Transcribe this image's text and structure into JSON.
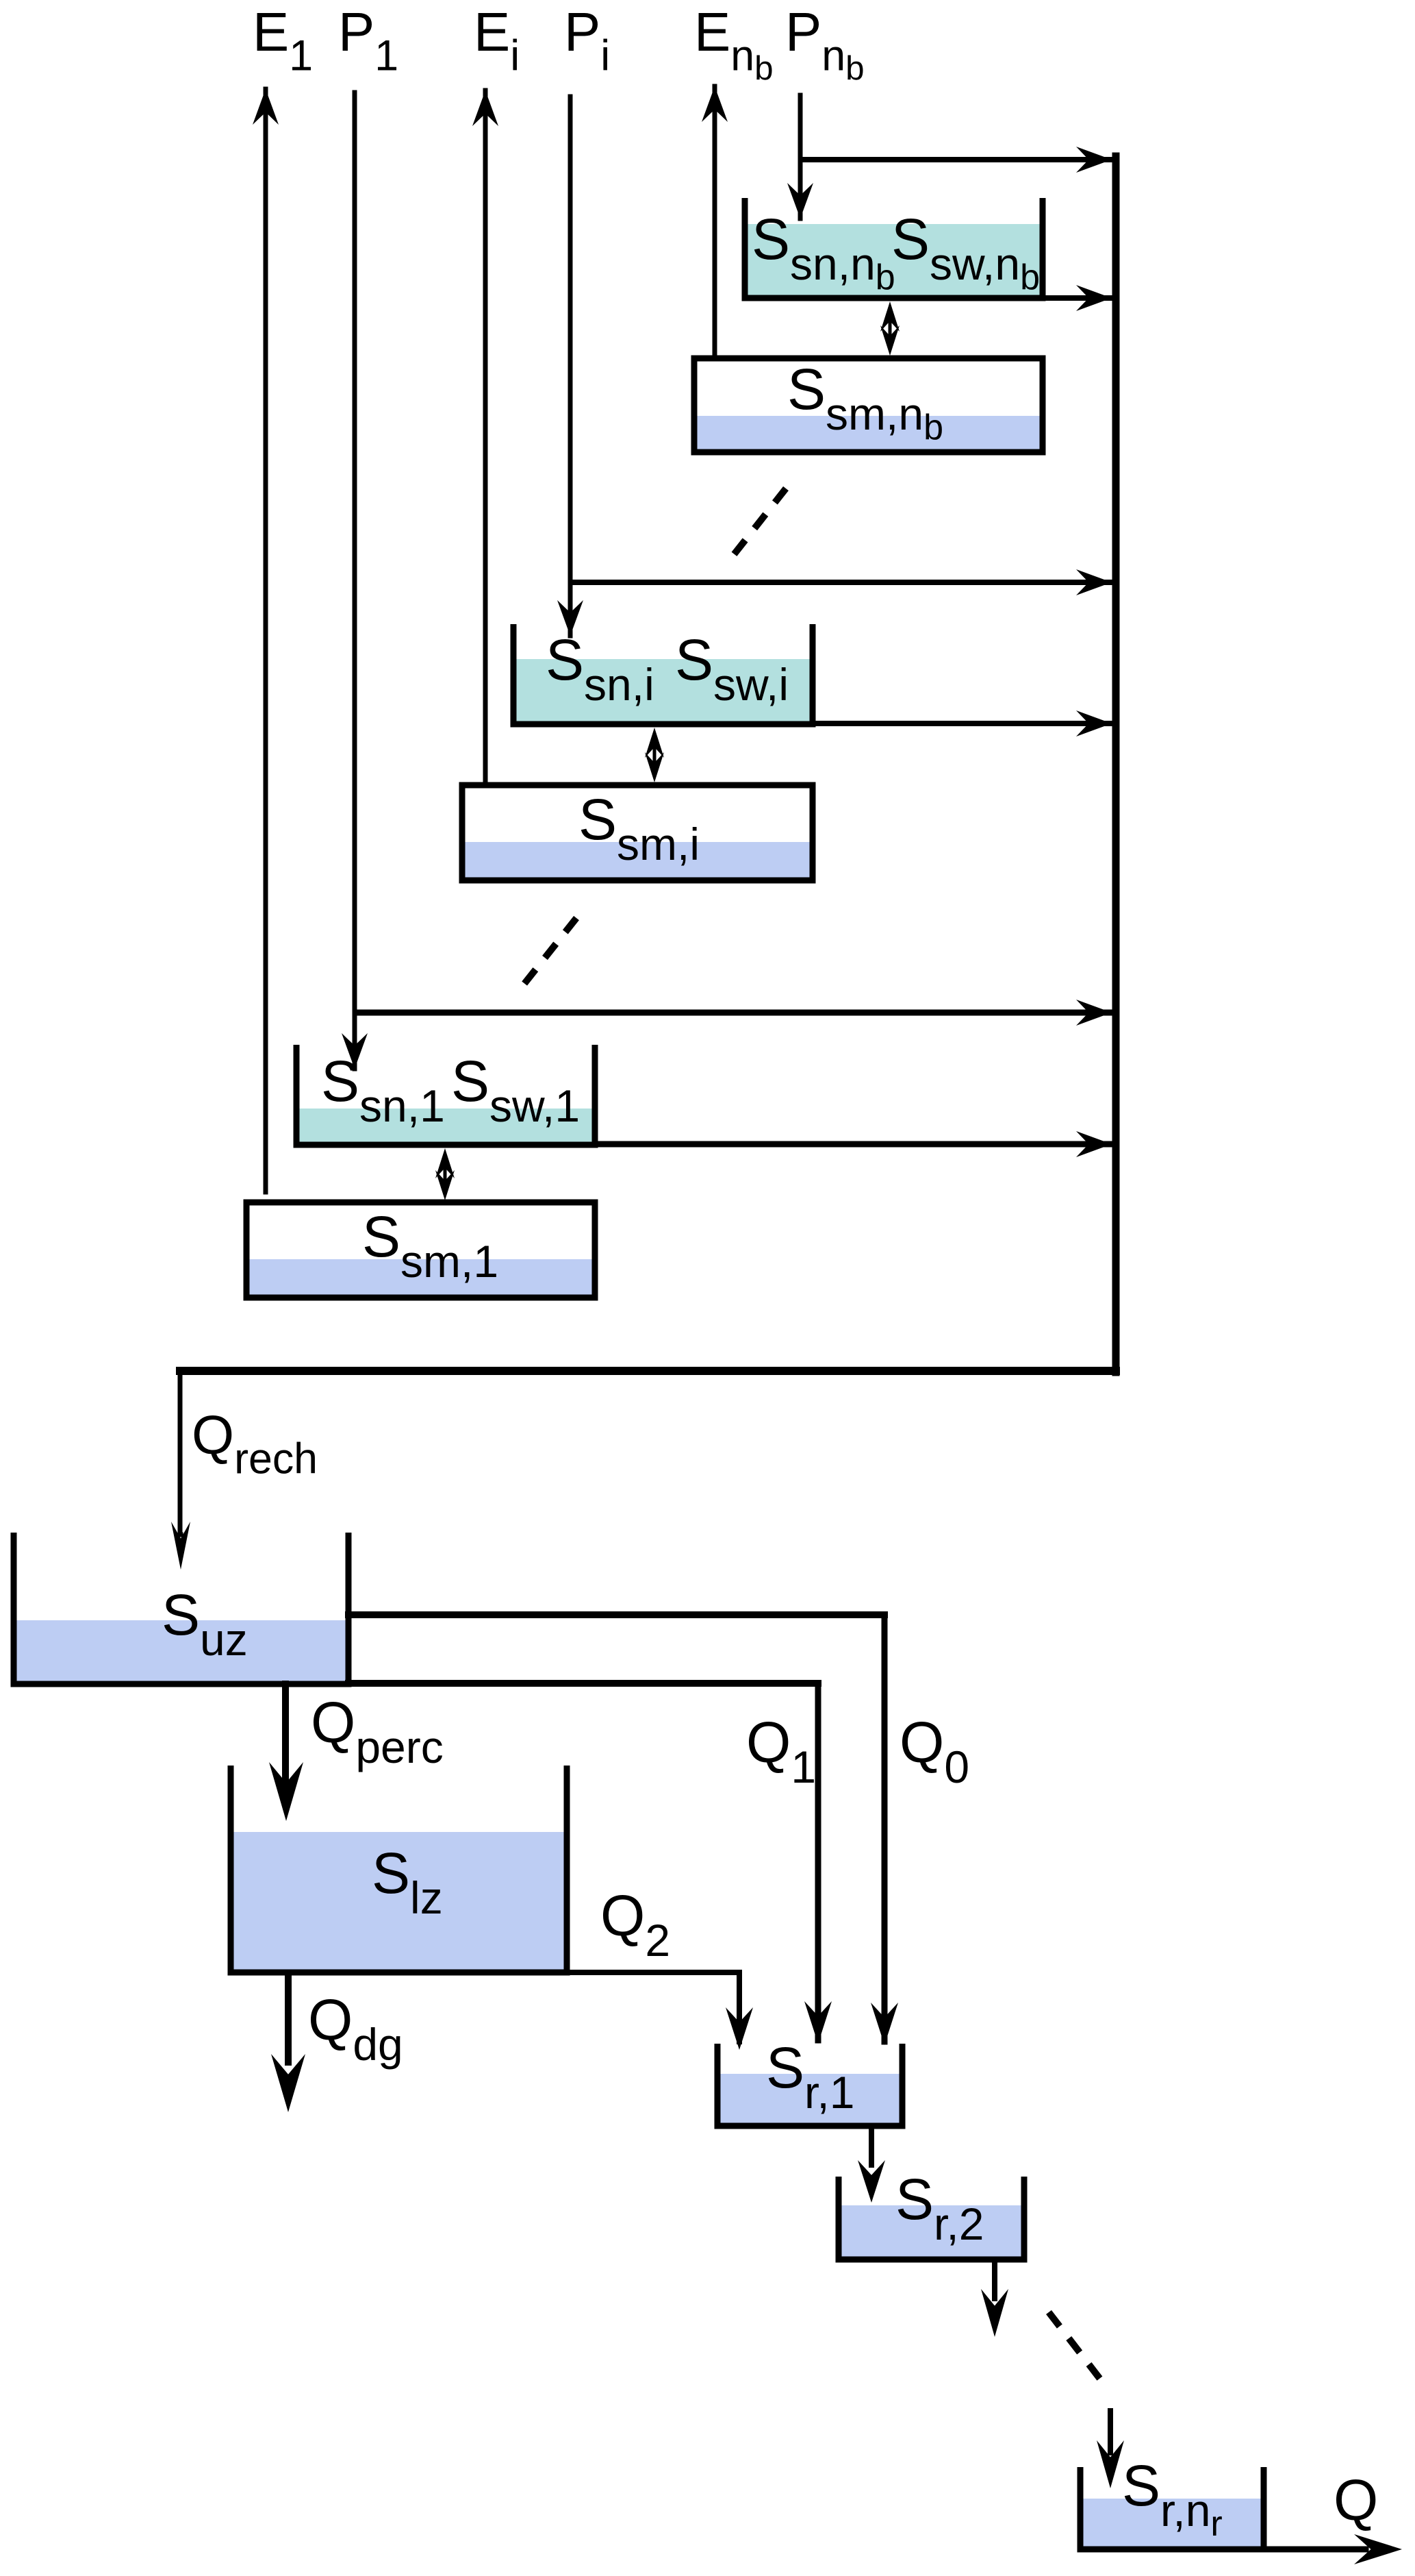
{
  "diagram": {
    "title": "Conceptual model structure: elevation-band snow and soil stores feeding groundwater and routing reservoirs",
    "colors": {
      "snow_fill": "#b3e0df",
      "water_fill": "#bdcdf3",
      "line": "#000000",
      "background": "#ffffff"
    },
    "inputs": [
      {
        "id": "E1",
        "main": "E",
        "sub": "1",
        "subsub": ""
      },
      {
        "id": "P1",
        "main": "P",
        "sub": "1",
        "subsub": ""
      },
      {
        "id": "Ei",
        "main": "E",
        "sub": "i",
        "subsub": ""
      },
      {
        "id": "Pi",
        "main": "P",
        "sub": "i",
        "subsub": ""
      },
      {
        "id": "Enb",
        "main": "E",
        "sub": "n",
        "subsub": "b"
      },
      {
        "id": "Pnb",
        "main": "P",
        "sub": "n",
        "subsub": "b"
      }
    ],
    "bands": [
      {
        "id": "nb",
        "snow_store_1": {
          "main": "S",
          "sub": "sn,n",
          "subsub": "b"
        },
        "snow_store_2": {
          "main": "S",
          "sub": "sw,n",
          "subsub": "b"
        },
        "soil_store": {
          "main": "S",
          "sub": "sm,n",
          "subsub": "b"
        }
      },
      {
        "id": "i",
        "snow_store_1": {
          "main": "S",
          "sub": "sn,i",
          "subsub": ""
        },
        "snow_store_2": {
          "main": "S",
          "sub": "sw,i",
          "subsub": ""
        },
        "soil_store": {
          "main": "S",
          "sub": "sm,i",
          "subsub": ""
        }
      },
      {
        "id": "1",
        "snow_store_1": {
          "main": "S",
          "sub": "sn,1",
          "subsub": ""
        },
        "snow_store_2": {
          "main": "S",
          "sub": "sw,1",
          "subsub": ""
        },
        "soil_store": {
          "main": "S",
          "sub": "sm,1",
          "subsub": ""
        }
      }
    ],
    "fluxes": {
      "recharge": {
        "main": "Q",
        "sub": "rech",
        "subsub": ""
      },
      "percolation": {
        "main": "Q",
        "sub": "perc",
        "subsub": ""
      },
      "deep_groundwater": {
        "main": "Q",
        "sub": "dg",
        "subsub": ""
      },
      "q0": {
        "main": "Q",
        "sub": "0",
        "subsub": ""
      },
      "q1": {
        "main": "Q",
        "sub": "1",
        "subsub": ""
      },
      "q2": {
        "main": "Q",
        "sub": "2",
        "subsub": ""
      },
      "outflow": {
        "main": "Q",
        "sub": "",
        "subsub": ""
      }
    },
    "stores": {
      "upper_zone": {
        "main": "S",
        "sub": "uz",
        "subsub": ""
      },
      "lower_zone": {
        "main": "S",
        "sub": "lz",
        "subsub": ""
      },
      "routing": [
        {
          "main": "S",
          "sub": "r,1",
          "subsub": ""
        },
        {
          "main": "S",
          "sub": "r,2",
          "subsub": ""
        },
        {
          "main": "S",
          "sub": "r,n",
          "subsub": "r"
        }
      ]
    }
  }
}
